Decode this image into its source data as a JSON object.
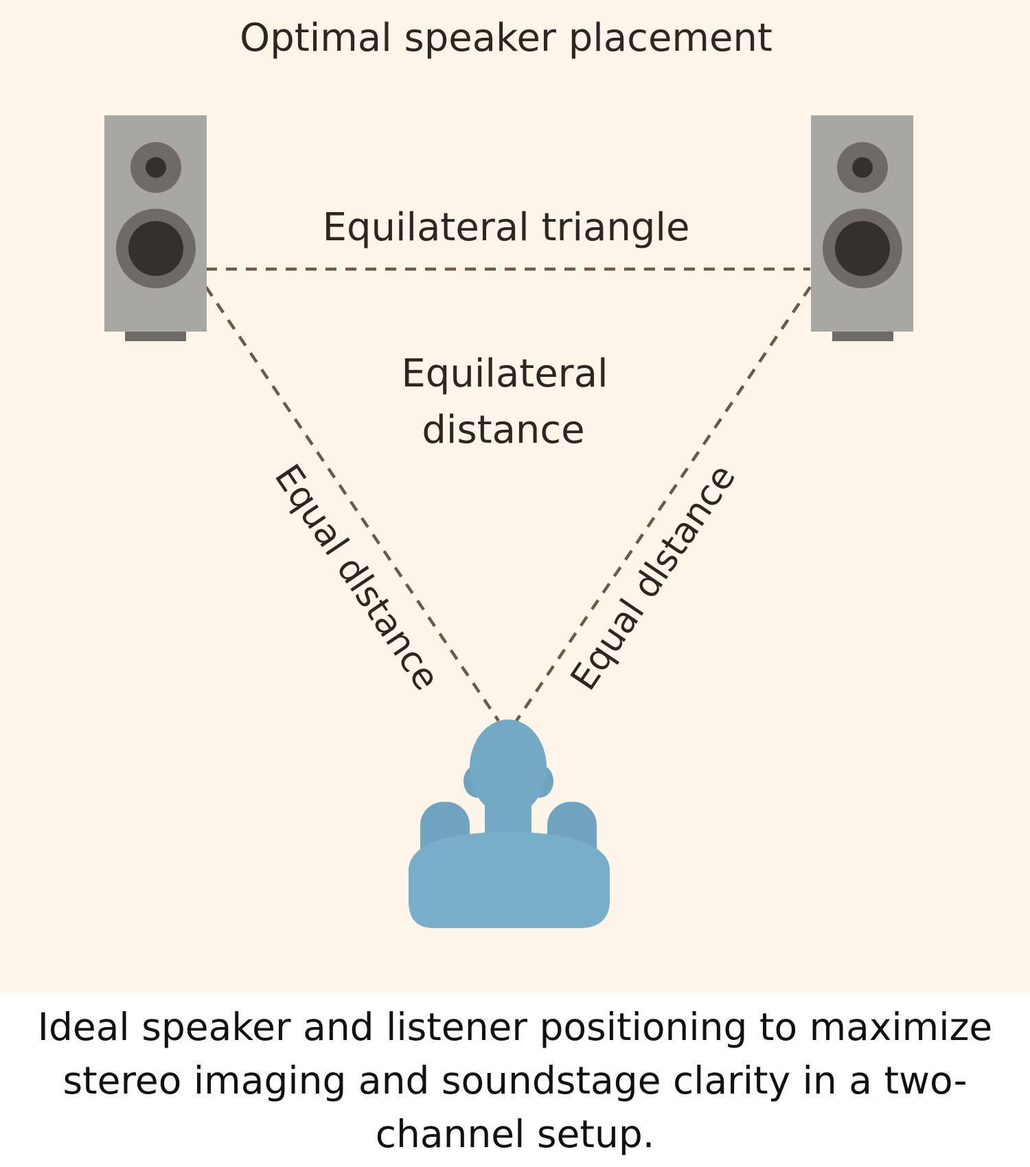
{
  "diagram": {
    "title": "Optimal speaker placement",
    "labels": {
      "top_edge": "Equilateral triangle",
      "center_line_1": "Equilateral",
      "center_line_2": "distance",
      "left_edge": "Equal dlstance",
      "right_edge": "Equal dlstance"
    },
    "icons": {
      "left_speaker": "speaker-icon",
      "right_speaker": "speaker-icon",
      "listener": "listener-person-icon"
    },
    "colors": {
      "background": "#fdf5ea",
      "speaker_cabinet": "#a9a7a2",
      "speaker_base": "#6e6a66",
      "driver_ring": "#6f6a66",
      "driver_cone": "#35302c",
      "dashed_line": "#6b5a4a",
      "listener": "#78aec8",
      "text": "#2e2621"
    }
  },
  "caption": "Ideal speaker and listener positioning to maximize stereo imaging and soundstage clarity in a two-channel setup."
}
